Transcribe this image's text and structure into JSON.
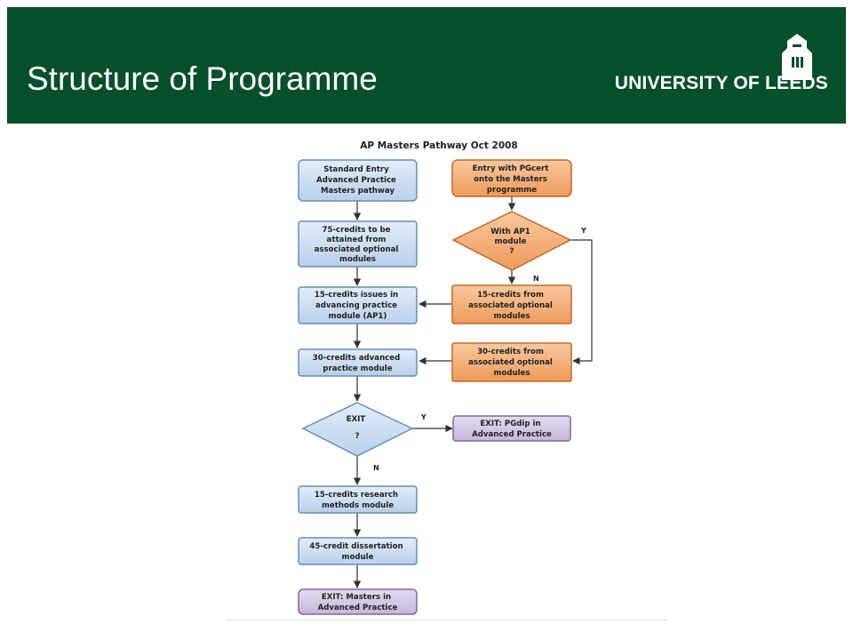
{
  "slide": {
    "title": "Structure of Programme",
    "logo_text": "UNIVERSITY OF LEEDS",
    "logo_icon": "parkinson-tower-icon"
  },
  "colors": {
    "header_bg": "#054f2b",
    "blue_box": "#c7dbef",
    "orange_box": "#f2a66a",
    "purple_box": "#cfc3de"
  },
  "diagram": {
    "title": "AP Masters Pathway Oct 2008",
    "nodes": {
      "standard_entry": [
        "Standard Entry",
        "Advanced Practice",
        "Masters pathway"
      ],
      "pgcert_entry": [
        "Entry with PGcert",
        "onto the Masters",
        "programme"
      ],
      "credits_75": [
        "75-credits to be",
        "attained from",
        "associated optional",
        "modules"
      ],
      "ap1_decision": [
        "With AP1",
        "module",
        "?"
      ],
      "ap1_module": [
        "15-credits issues in",
        "advancing practice",
        "module (AP1)"
      ],
      "optional_15": [
        "15-credits from",
        "associated optional",
        "modules"
      ],
      "advanced_30": [
        "30-credits advanced",
        "practice module"
      ],
      "optional_30": [
        "30-credits from",
        "associated optional",
        "modules"
      ],
      "exit_decision": [
        "EXIT",
        "?"
      ],
      "pgdip_exit": [
        "EXIT: PGdip in",
        "Advanced Practice"
      ],
      "research_15": [
        "15-credits research",
        "methods module"
      ],
      "dissertation_45": [
        "45-credit dissertation",
        "module"
      ],
      "masters_exit": [
        "EXIT: Masters in",
        "Advanced Practice"
      ]
    },
    "edge_labels": {
      "ap1_yes": "Y",
      "ap1_no": "N",
      "exit_yes": "Y",
      "exit_no": "N"
    }
  }
}
